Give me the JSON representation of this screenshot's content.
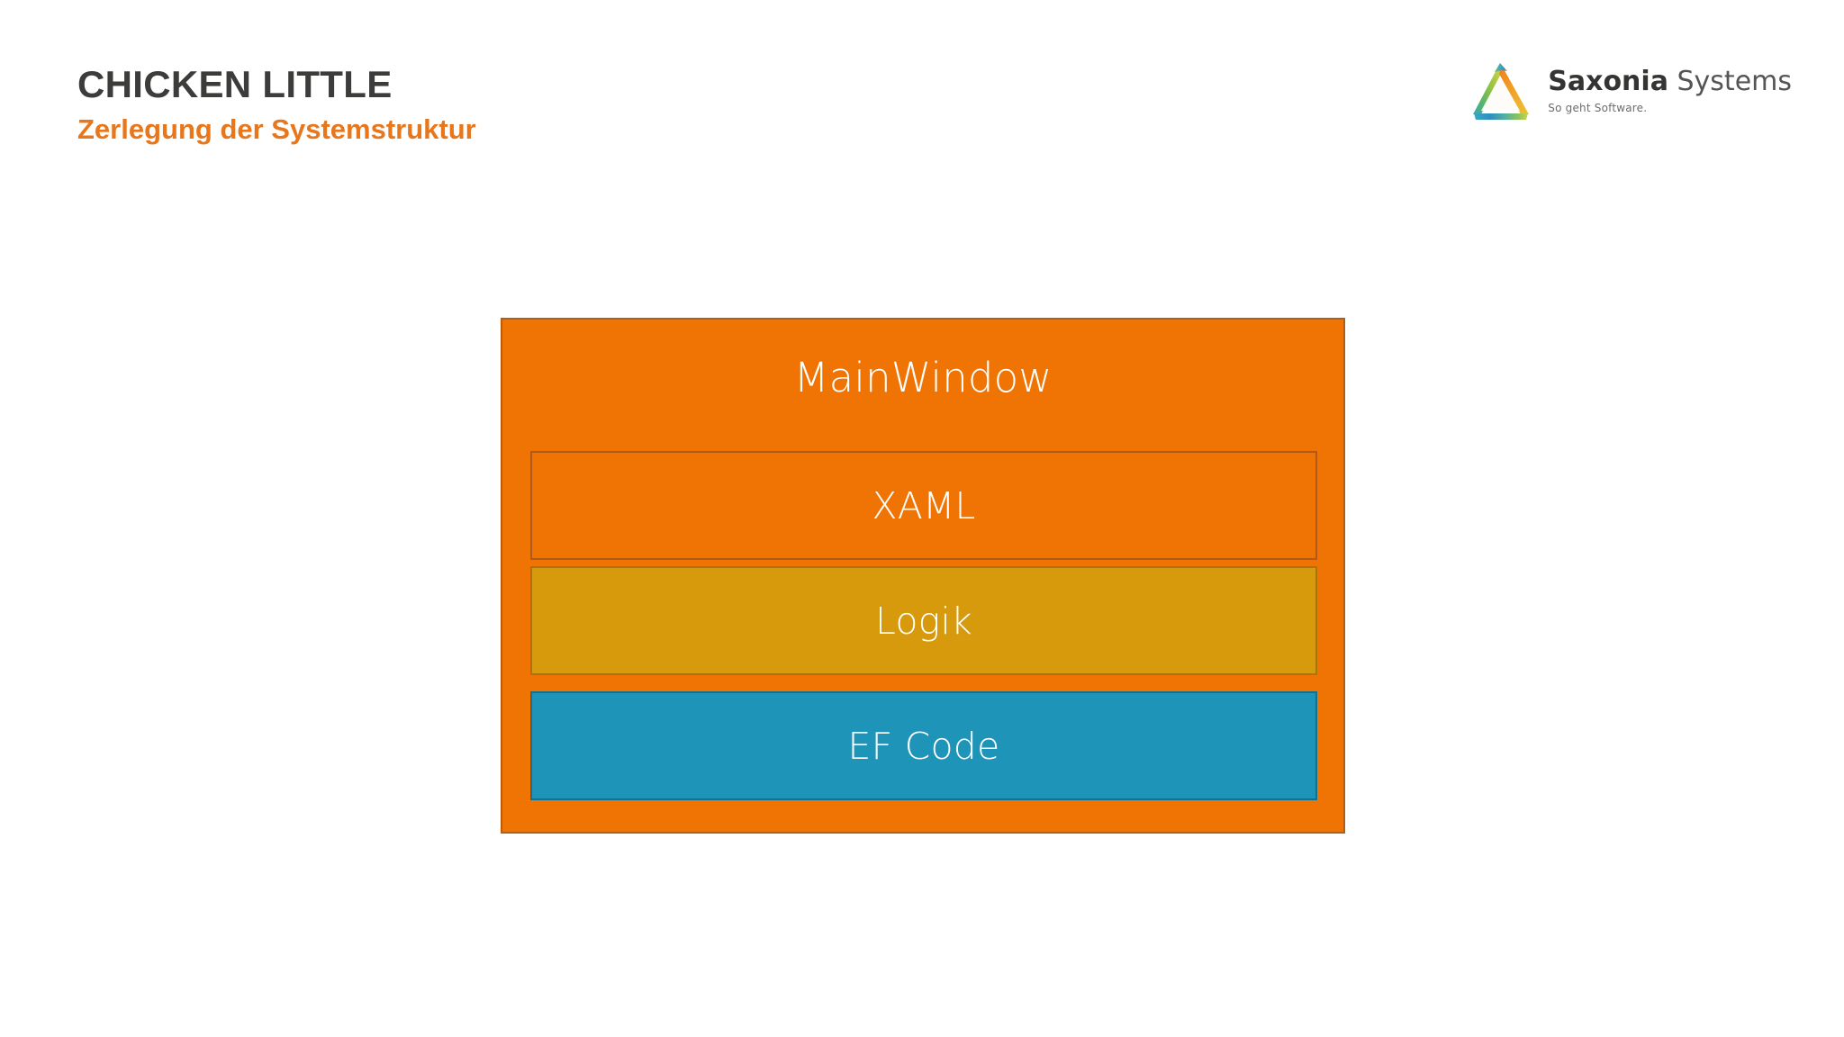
{
  "header": {
    "title": "CHICKEN LITTLE",
    "subtitle": "Zerlegung der Systemstruktur",
    "title_color": "#3c3c3b",
    "subtitle_color": "#e8761a"
  },
  "logo": {
    "mark_name": "saxonia-triangle-logo-icon",
    "wordmark_bold": "Saxonia",
    "wordmark_light": "Systems",
    "tagline": "So geht Software."
  },
  "diagram": {
    "type": "nested-block-diagram",
    "outer": {
      "label": "MainWindow",
      "fill": "#ef7404",
      "border": "#b85c12",
      "text_color": "#ffffff"
    },
    "layers": [
      {
        "label": "XAML",
        "fill": "#ef7404",
        "border": "#b0591a",
        "text_color": "#ffffff"
      },
      {
        "label": "Logik",
        "fill": "#d69a0c",
        "border": "#a9740a",
        "text_color": "#ffffff"
      },
      {
        "label": "EF Code",
        "fill": "#1e95b8",
        "border": "#176f8a",
        "text_color": "#ffffff"
      }
    ]
  },
  "canvas": {
    "background": "#ffffff"
  }
}
